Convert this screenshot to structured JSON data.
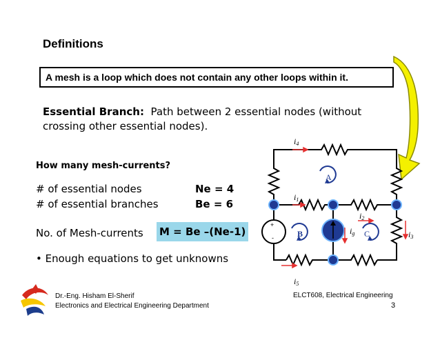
{
  "slide": {
    "title": "Definitions",
    "definition": "A mesh is a loop which does not contain any other loops within it.",
    "essential_branch_label": "Essential Branch:",
    "essential_branch_text_1": "Path between 2 essential nodes (without",
    "essential_branch_text_2": "crossing other essential nodes).",
    "question": "How many mesh-currents?",
    "nodes_label": "# of essential nodes",
    "nodes_value": "Ne = 4",
    "branches_label": "# of essential branches",
    "branches_value": "Be = 6",
    "mesh_label": "No. of Mesh-currents",
    "mesh_formula": "M = Be –(Ne-1)",
    "bullet": "• Enough equations to get unknowns"
  },
  "circuit": {
    "i4": "i",
    "i4_sub": "4",
    "i1": "i",
    "i1_sub": "1",
    "i2": "i",
    "i2_sub": "2",
    "ig": "i",
    "ig_sub": "g",
    "i3": "i",
    "i3_sub": "3",
    "i5": "i",
    "i5_sub": "5",
    "mesh_a": "A",
    "mesh_b": "B",
    "mesh_c": "C",
    "source_plus": "+",
    "source_minus": "-"
  },
  "footer": {
    "author": "Dr.-Eng. Hisham El-Sherif",
    "department": "Electronics and Electrical Engineering Department",
    "course": "ELCT608, Electrical Engineering",
    "page": "3"
  },
  "colors": {
    "arrow_fill": "#f4f000",
    "arrow_stroke": "#8a8a00",
    "highlight": "#9ad7ea",
    "node_fill": "#1f3a93",
    "node_ring": "#6fb5ff",
    "current_arrow": "#e53030",
    "logo_red": "#d62a1e",
    "logo_yellow": "#f6c600",
    "logo_blue": "#1c3d8c"
  }
}
